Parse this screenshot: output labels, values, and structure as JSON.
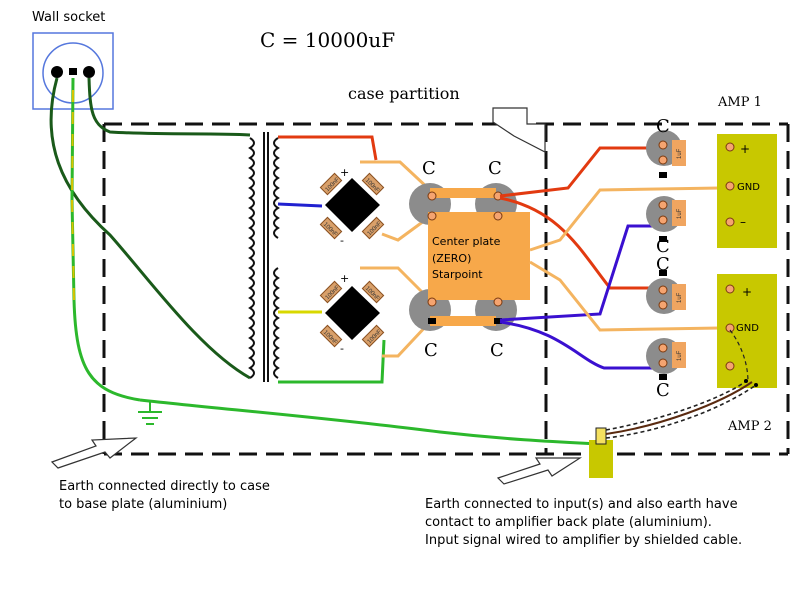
{
  "wall_socket_label": "Wall socket",
  "capacitance_label": "C = 10000uF",
  "case_partition_label": "case partition",
  "amp1_label": "AMP 1",
  "amp2_label": "AMP 2",
  "center_plate_lines": [
    "Center plate",
    "(ZERO)",
    "Starpoint"
  ],
  "cap_letter": "C",
  "terminal_gnd": "GND",
  "terminal_plus": "+",
  "terminal_minus": "–",
  "bridge_plus": "+",
  "bridge_minus": "-",
  "bridge_cap_label": "100nF",
  "small_cap_label": "1uF",
  "note_case_earth": [
    "Earth connected directly to case",
    "to base plate (aluminium)"
  ],
  "note_input_earth": [
    "Earth connected to input(s) and also earth have",
    "contact to amplifier back plate (aluminium).",
    "Input signal wired to amplifier by shielded cable."
  ],
  "colors": {
    "live_red": "#e23a10",
    "negative_blue": "#3a10d0",
    "ground_orange": "#f4b460",
    "earth_green": "#2cb82c",
    "dark_green": "#1a5a1a",
    "amp_board": "#c8c800",
    "center_plate": "#f7a84a"
  }
}
